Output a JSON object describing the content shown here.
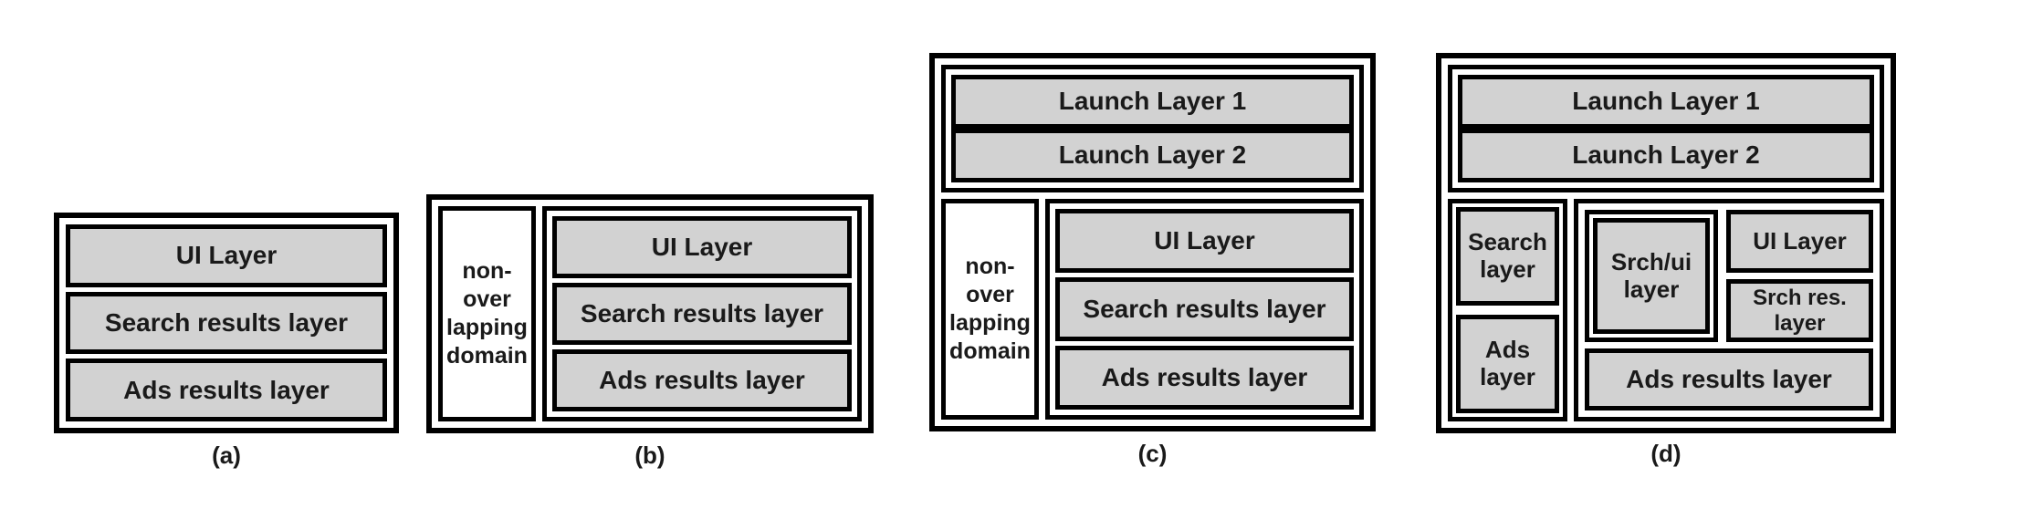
{
  "colors": {
    "box_fill": "#d2d2d2",
    "border": "#000000",
    "background": "#ffffff"
  },
  "panels": {
    "a": {
      "caption": "(a)",
      "layers": [
        "UI Layer",
        "Search results layer",
        "Ads results layer"
      ]
    },
    "b": {
      "caption": "(b)",
      "domain": "non-\nover\nlapping\ndomain",
      "layers": [
        "UI Layer",
        "Search results layer",
        "Ads results layer"
      ]
    },
    "c": {
      "caption": "(c)",
      "launch": [
        "Launch Layer 1",
        "Launch Layer 2"
      ],
      "domain": "non-\nover\nlapping\ndomain",
      "layers": [
        "UI Layer",
        "Search results layer",
        "Ads results layer"
      ]
    },
    "d": {
      "caption": "(d)",
      "launch": [
        "Launch Layer 1",
        "Launch Layer 2"
      ],
      "left_layers": [
        "Search\nlayer",
        "Ads\nlayer"
      ],
      "srch_ui": "Srch/ui\nlayer",
      "stack": [
        "UI Layer",
        "Srch res. layer"
      ],
      "bottom": "Ads results layer"
    }
  }
}
